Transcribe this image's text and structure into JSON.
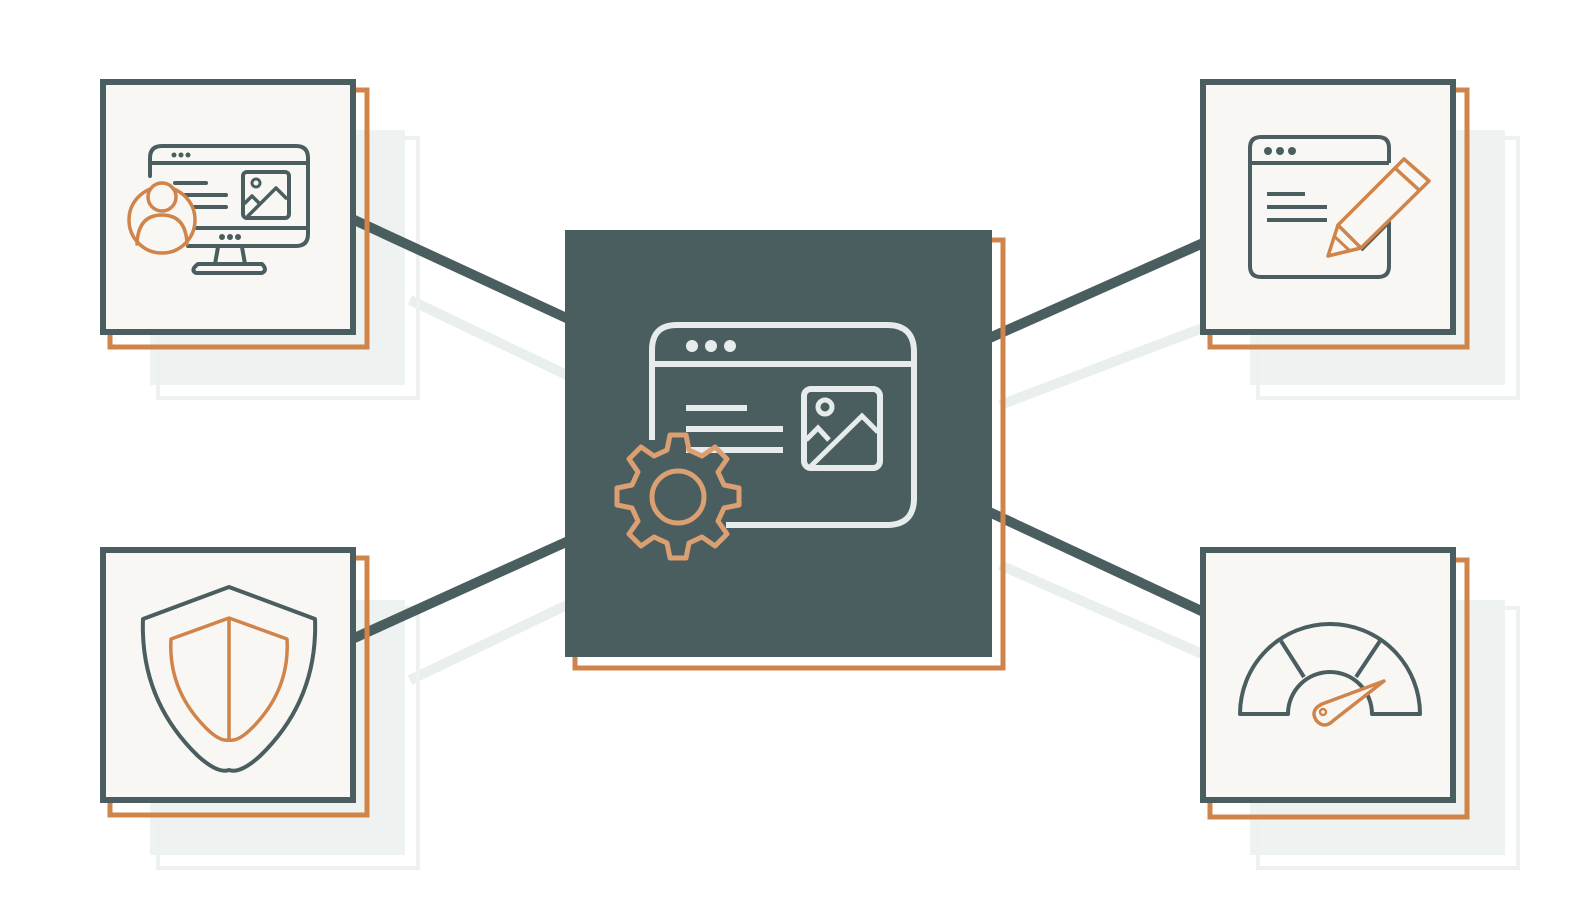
{
  "colors": {
    "background": "#ffffff",
    "primary_dark": "#4a5e5f",
    "accent_orange": "#d0844a",
    "card_fill": "#f8f7f4",
    "shadow": "#e8efed",
    "icon_light": "#e6ebeb",
    "gear_orange": "#dc9f72"
  },
  "diagram": {
    "center": {
      "icon": "web-settings-icon"
    },
    "nodes": [
      {
        "id": "top-left",
        "icon": "monitor-user-icon"
      },
      {
        "id": "bottom-left",
        "icon": "shield-icon"
      },
      {
        "id": "top-right",
        "icon": "web-edit-icon"
      },
      {
        "id": "bottom-right",
        "icon": "speedometer-icon"
      }
    ]
  }
}
